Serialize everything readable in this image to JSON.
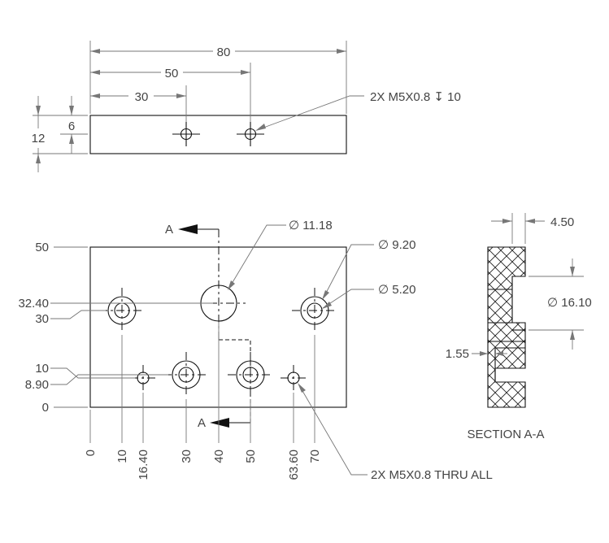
{
  "top_view": {
    "dim_80": "80",
    "dim_50": "50",
    "dim_30": "30",
    "dim_6": "6",
    "dim_12": "12",
    "note_tapped": "2X M5X0.8 ↧ 10"
  },
  "front_view": {
    "section_letter_top": "A",
    "section_letter_bottom": "A",
    "callout_d1118": "∅ 11.18",
    "callout_d920": "∅ 9.20",
    "callout_d520": "∅ 5.20",
    "y_labels": {
      "y50": "50",
      "y3240": "32.40",
      "y30": "30",
      "y10": "10",
      "y890": "8.90",
      "y0": "0"
    },
    "x_labels": {
      "x0": "0",
      "x10": "10",
      "x1640": "16.40",
      "x30": "30",
      "x40": "40",
      "x50": "50",
      "x6360": "63.60",
      "x70": "70"
    },
    "note_thru": "2X M5X0.8 THRU ALL"
  },
  "section_view": {
    "dim_450": "4.50",
    "dim_1610": "∅ 16.10",
    "dim_155": "1.55",
    "title": "SECTION A-A"
  }
}
